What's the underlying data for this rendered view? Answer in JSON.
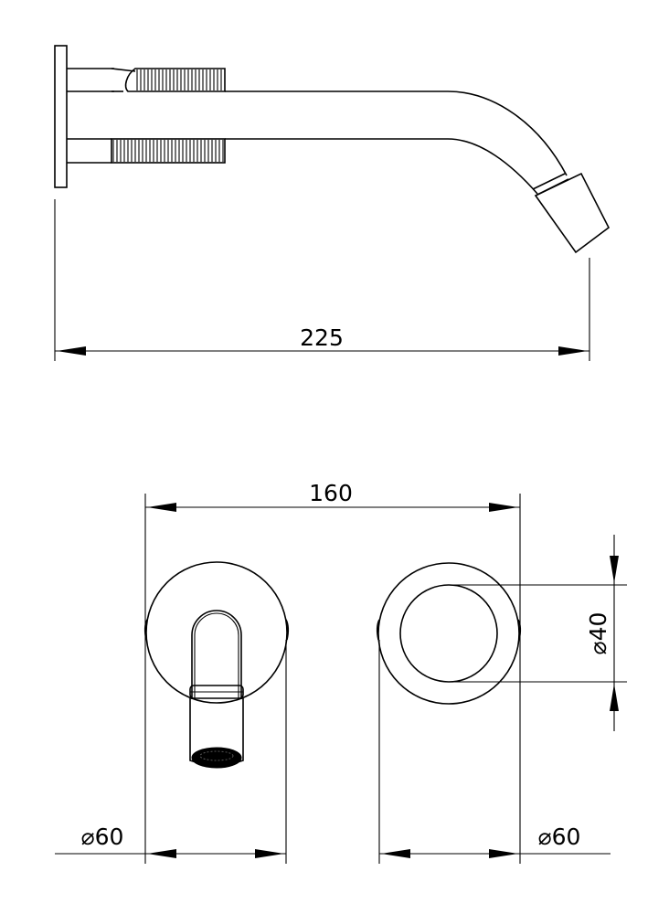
{
  "drawing": {
    "dimensions": {
      "side_length": "225",
      "front_width": "160",
      "outlet_diameter": "40",
      "rosette_left_diameter": "60",
      "rosette_right_diameter": "60"
    },
    "diameter_symbol": "⌀",
    "line_color": "#000000",
    "background": "#ffffff"
  }
}
